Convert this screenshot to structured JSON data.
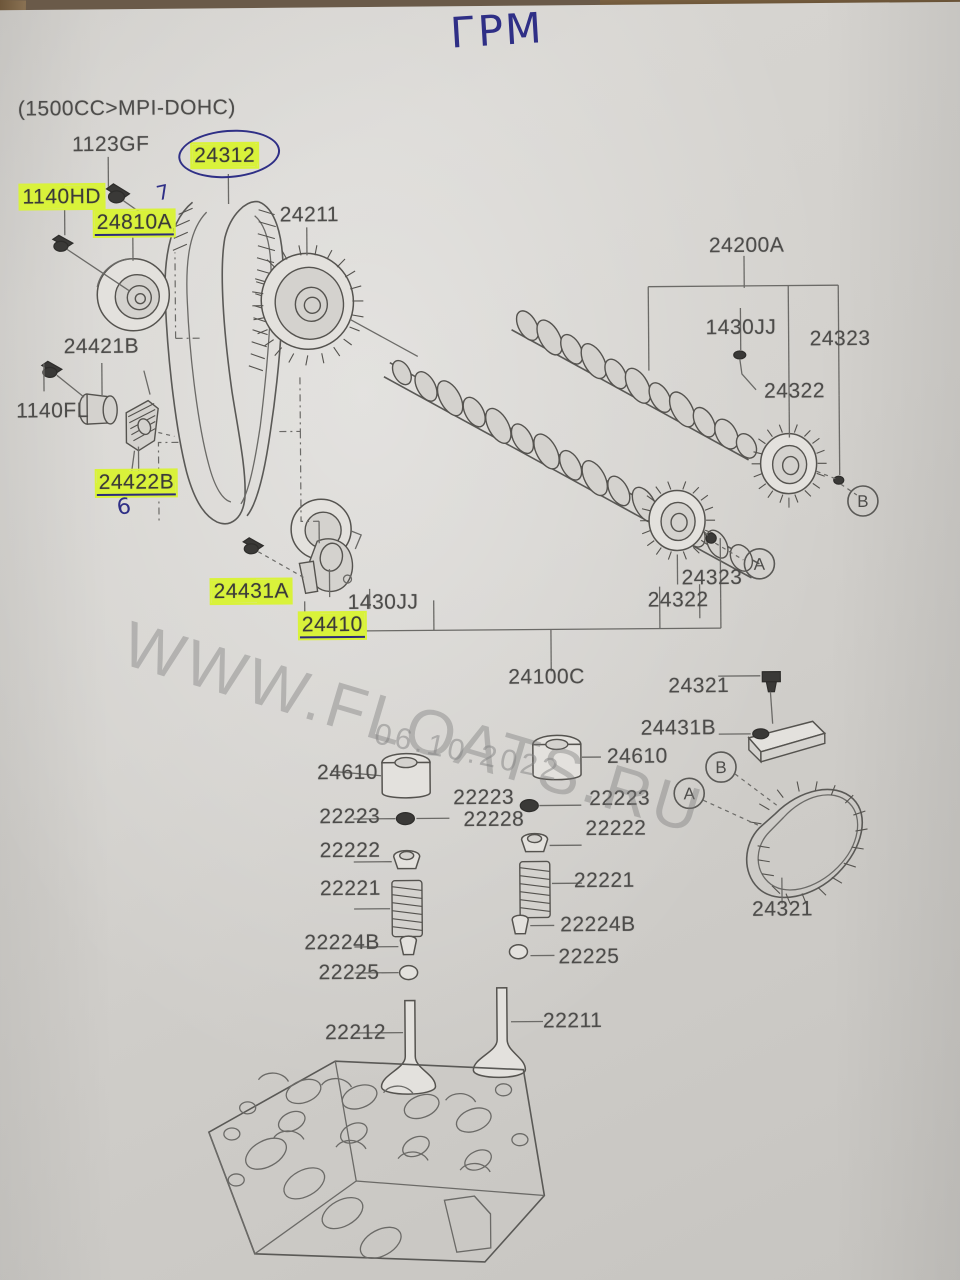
{
  "document": {
    "kind": "photographed parts-catalog page",
    "handwritten_title": "ГРМ",
    "header_note": "(1500CC>MPI-DOHC)",
    "watermark": "WWW.FLOATS.RU",
    "watermark_date": "06.10.2022",
    "handwritten_marks": {
      "six": "6",
      "seven": "7"
    }
  },
  "colors": {
    "highlighter": "#d9f23a",
    "pen_ink": "#2f2f86",
    "paper": "#d3d1cd",
    "print_gray": "#4d4c4a",
    "wood": "#6d563a"
  },
  "labels": {
    "header": "(1500CC>MPI-DOHC)",
    "p1123GF": "1123GF",
    "p1140HD": "1140HD",
    "p24810A": "24810A",
    "p24312": "24312",
    "p24211": "24211",
    "p24200A": "24200A",
    "p1430JJ_top": "1430JJ",
    "p24323_top": "24323",
    "p24322_top": "24322",
    "p24421B": "24421B",
    "p1140FL": "1140FL",
    "p24422B": "24422B",
    "p24431A": "24431A",
    "p24410": "24410",
    "p1430JJ_mid": "1430JJ",
    "p24323_low": "24323",
    "p24322_low": "24322",
    "p24100C": "24100C",
    "p24321_bolt": "24321",
    "p24431B": "24431B",
    "p24321_chain": "24321",
    "p24610_left": "24610",
    "p24610_right": "24610",
    "p22223_left": "22223",
    "p22223_mid": "22223",
    "p22223_right": "22223",
    "p22228": "22228",
    "p22222_left": "22222",
    "p22222_right": "22222",
    "p22221_left": "22221",
    "p22221_right": "22221",
    "p22224B_left": "22224B",
    "p22224B_right": "22224B",
    "p22225_left": "22225",
    "p22225_right": "22225",
    "p22212": "22212",
    "p22211": "22211",
    "markerA_top": "A",
    "markerB_top": "B",
    "markerA_low": "A",
    "markerB_low": "B"
  },
  "highlighted_parts": [
    "1140HD",
    "24810A",
    "24312",
    "24422B",
    "24431A",
    "24410"
  ],
  "circled_parts": [
    "24312"
  ]
}
